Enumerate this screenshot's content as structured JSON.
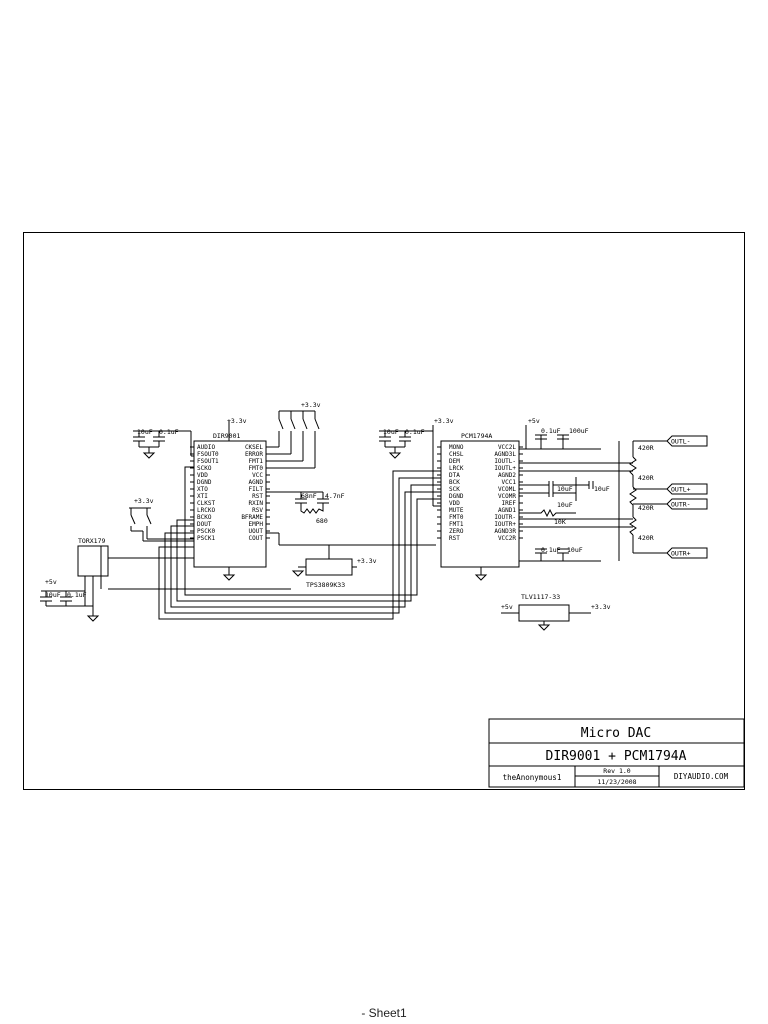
{
  "title_block": {
    "project": "Micro DAC",
    "subtitle": "DIR9001 + PCM1794A",
    "author": "theAnonymous1",
    "rev": "Rev 1.0",
    "date": "11/23/2008",
    "site": "DIYAUDIO.COM"
  },
  "dir9001": {
    "name": "DIR9001",
    "left_pins": [
      "AUDIO",
      "FSOUT0",
      "FSOUT1",
      "SCKO",
      "VDD",
      "DGND",
      "XTO",
      "XTI",
      "CLKST",
      "LRCKO",
      "BCKO",
      "DOUT",
      "PSCK0",
      "PSCK1"
    ],
    "right_pins": [
      "CKSEL",
      "ERROR",
      "FMT1",
      "FMT0",
      "VCC",
      "AGND",
      "FILT",
      "RST",
      "RXIN",
      "RSV",
      "BFRAME",
      "EMPH",
      "UOUT",
      "COUT"
    ]
  },
  "pcm1794a": {
    "name": "PCM1794A",
    "left_pins": [
      "MONO",
      "CHSL",
      "DEM",
      "LRCK",
      "DTA",
      "BCK",
      "SCK",
      "DGND",
      "VDD",
      "MUTE",
      "FMT0",
      "FMT1",
      "ZERO",
      "RST"
    ],
    "right_pins": [
      "VCC2L",
      "AGND3L",
      "IOUTL-",
      "IOUTL+",
      "AGND2",
      "VCC1",
      "VCOML",
      "VCOMR",
      "IREF",
      "AGND1",
      "IOUTR-",
      "IOUTR+",
      "AGND3R",
      "VCC2R"
    ]
  },
  "labels": {
    "supply33": "+3.3v",
    "supply5": "+5v",
    "c10uf": "10uF",
    "c01uf": "0.1uF",
    "c01uf_b": "0.1uF",
    "c100uf": "100uF",
    "c68nf": "68nF",
    "c47nf": "4.7nF",
    "r680": "680",
    "r10k": "10K",
    "r420": "420R",
    "tps": "TPS3809K33",
    "torx": "TORX179",
    "tlv": "TLV1117-33"
  },
  "outputs": [
    "OUTL-",
    "OUTL+",
    "OUTR-",
    "OUTR+"
  ],
  "footer": {
    "sheet": "-  Sheet1"
  }
}
